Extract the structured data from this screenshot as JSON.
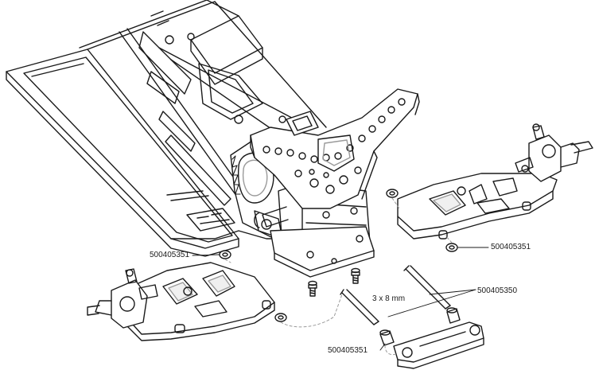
{
  "callouts": {
    "right_washer_part": "500405351",
    "left_washer_part": "500405351",
    "hinge_pin_part": "500405350",
    "screw_size": "3 x 8 mm",
    "bushing_part": "500405351"
  },
  "colors": {
    "line": "#1a1a1a",
    "shade": "#9a9a9a",
    "background": "#ffffff"
  }
}
